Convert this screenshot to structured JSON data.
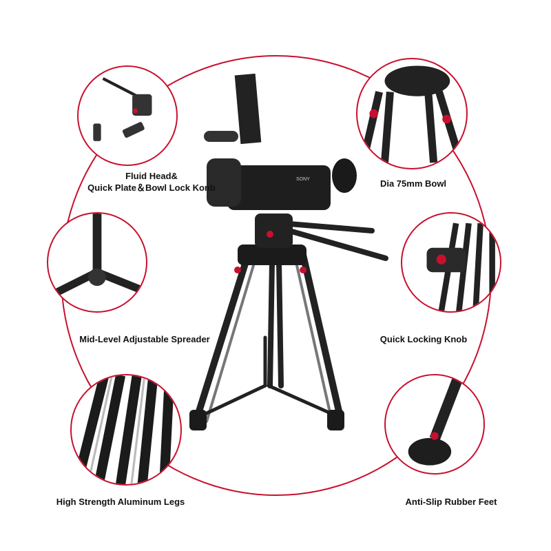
{
  "accent_color": "#c8102e",
  "features": [
    {
      "line1": "Fluid Head&",
      "line2": "Quick Plate＆Bowl Lock Konb",
      "icon": "fluid-head"
    },
    {
      "line1": "Dia 75mm Bowl",
      "icon": "bowl"
    },
    {
      "line1": "Mid-Level Adjustable Spreader",
      "icon": "spreader"
    },
    {
      "line1": "Quick Locking Knob",
      "icon": "locking-knob"
    },
    {
      "line1": "High Strength Aluminum Legs",
      "icon": "aluminum-legs"
    },
    {
      "line1": "Anti-Slip Rubber Feet",
      "icon": "rubber-feet"
    }
  ],
  "camera_brand": "SONY"
}
